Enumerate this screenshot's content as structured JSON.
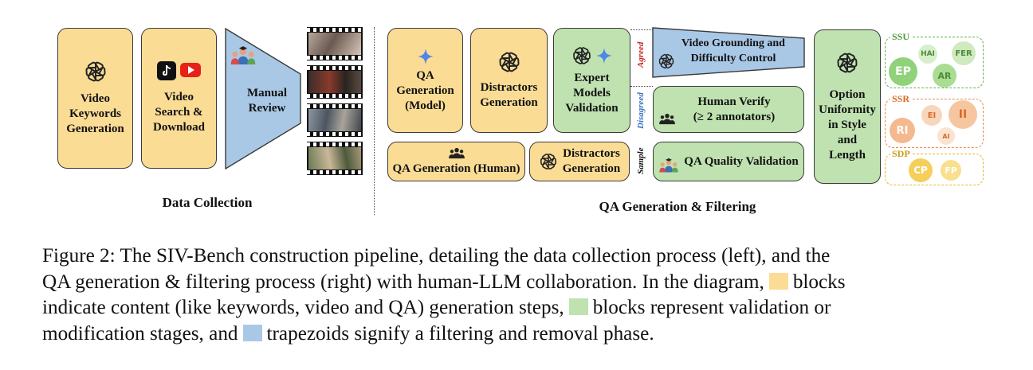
{
  "sections": {
    "data_collection": "Data Collection",
    "qa_generation": "QA Generation & Filtering"
  },
  "data_collection": {
    "keywords": "Video\nKeywords\nGeneration",
    "search": "Video\nSearch &\nDownload",
    "review": "Manual\nReview"
  },
  "qa": {
    "qa_model": "QA\nGeneration\n(Model)",
    "distractors_top": "Distractors\nGeneration",
    "expert": "Expert\nModels\nValidation",
    "agreed": "Agreed",
    "disagreed": "Disagreed",
    "sample": "Sample",
    "grounding": "Video Grounding and\nDifficulty Control",
    "human_verify": "Human Verify\n(≥ 2 annotators)",
    "qa_human": "QA Generation (Human)",
    "distractors_bottom": "Distractors\nGeneration",
    "quality": "QA Quality Validation",
    "option": "Option\nUniformity\nin Style\nand\nLength"
  },
  "categories": {
    "ssu": {
      "title": "SSU",
      "items": [
        "EP",
        "HAI",
        "FER",
        "AR"
      ]
    },
    "ssr": {
      "title": "SSR",
      "items": [
        "RI",
        "EI",
        "II",
        "AI"
      ]
    },
    "sdp": {
      "title": "SDP",
      "items": [
        "CP",
        "FP"
      ]
    }
  },
  "caption": {
    "line1": "Figure 2: The SIV-Bench construction pipeline, detailing the data collection process (left), and the",
    "line2a": "QA generation & filtering process (right) with human-LLM collaboration. In the diagram,",
    "line2b": "blocks",
    "line3a": "indicate content (like keywords, video and QA) generation steps,",
    "line3b": "blocks represent validation or",
    "line4a": "modification stages, and",
    "line4b": "trapezoids signify a filtering and removal phase."
  },
  "colors": {
    "generation": "#fbdc95",
    "validation": "#bfe2b0",
    "filtering": "#a9c8e6",
    "ssu": "#63b04a",
    "ssr": "#e8894c",
    "sdp": "#e7b52a"
  },
  "icons": [
    "openai-logo-icon",
    "gemini-star-icon",
    "tiktok-icon",
    "youtube-icon",
    "people-icon",
    "reviewers-icon",
    "video-frames"
  ]
}
